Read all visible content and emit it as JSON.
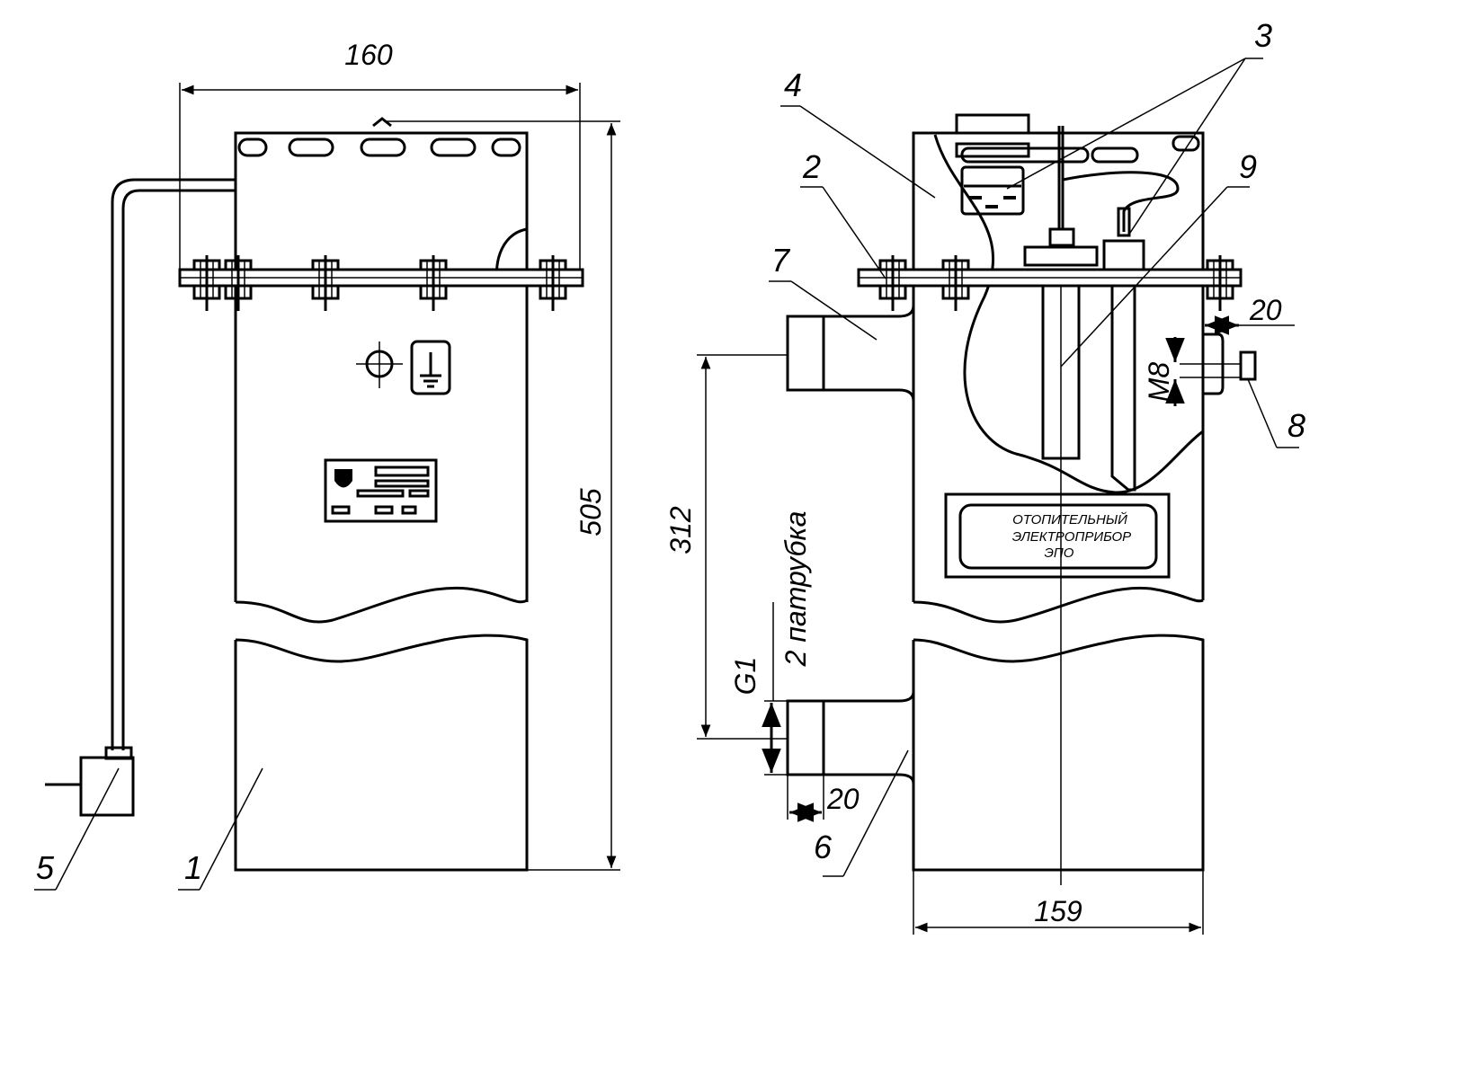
{
  "dimensions": {
    "left_width": "160",
    "height": "505",
    "pipe_spacing": "312",
    "thread_pipe": "G1",
    "pipe_count": "2 патрубка",
    "pipe_length": "20",
    "flange_offset": "20",
    "bolt_thread": "M8",
    "right_width": "159"
  },
  "callouts": [
    "1",
    "2",
    "3",
    "4",
    "5",
    "6",
    "7",
    "8",
    "9"
  ],
  "nameplate": {
    "line1": "ОТОПИТЕЛЬНЫЙ",
    "line2": "ЭЛЕКТРОПРИБОР",
    "line3": "ЭПО"
  }
}
